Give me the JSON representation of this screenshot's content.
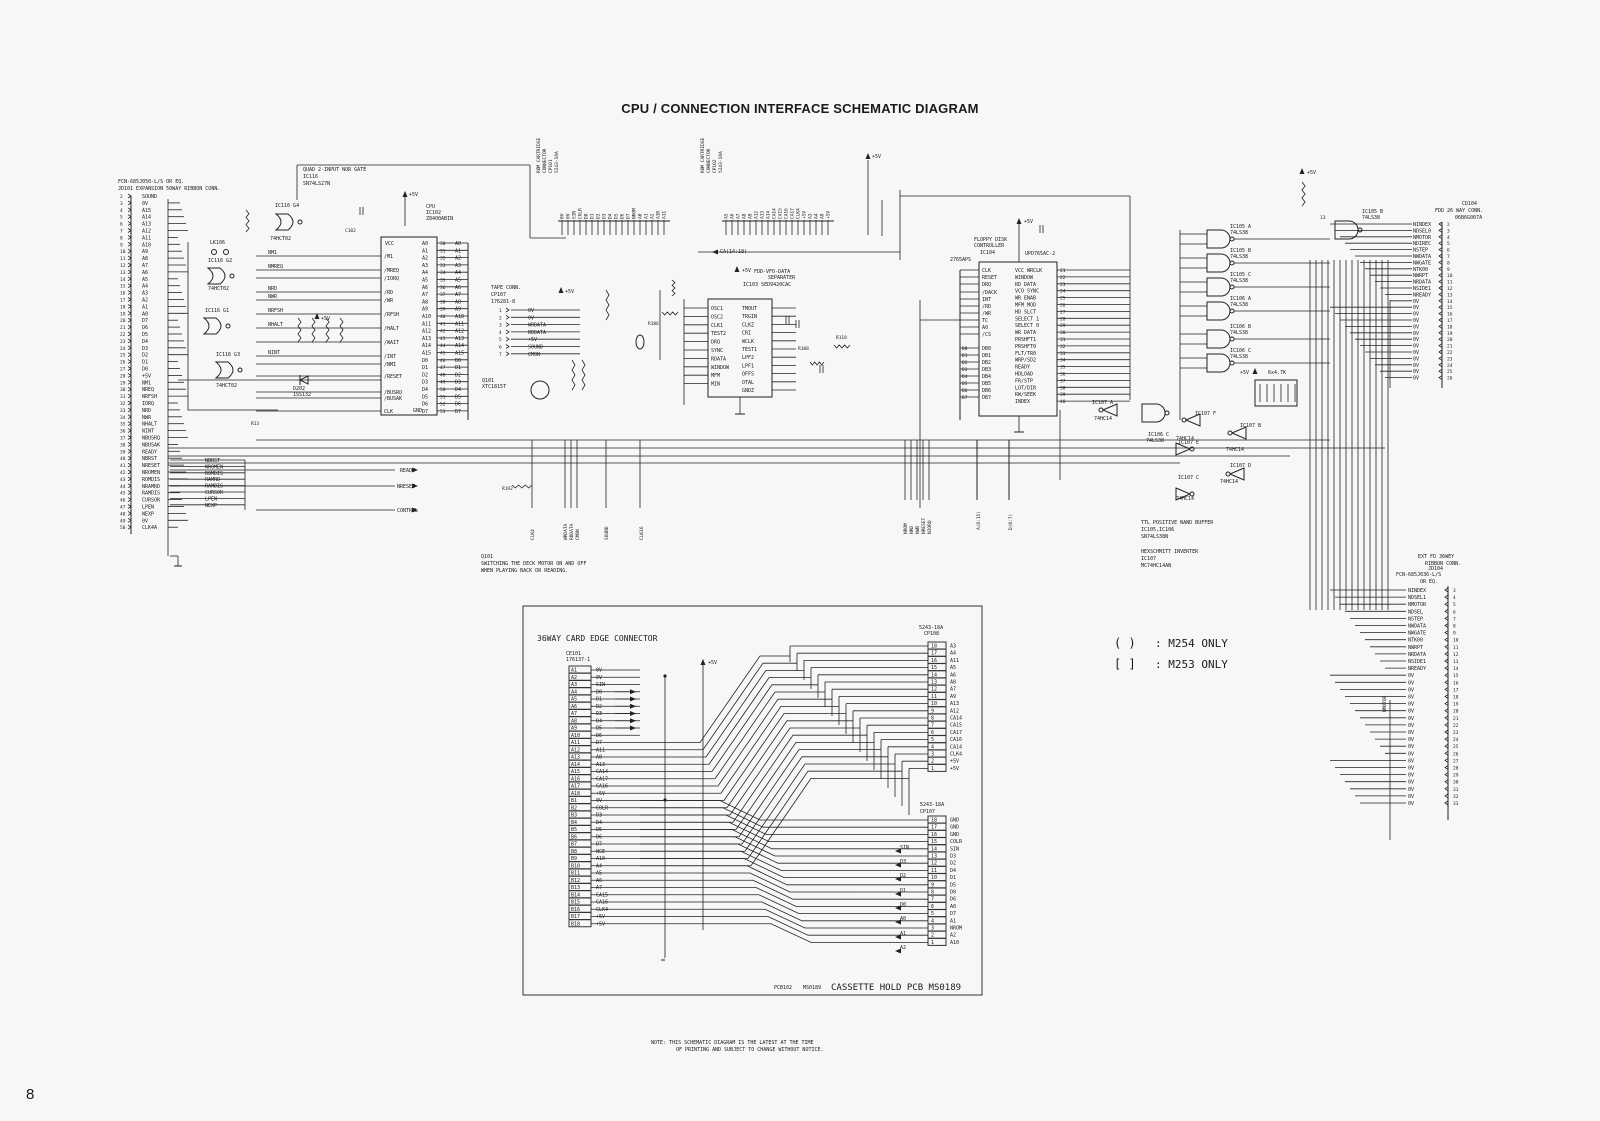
{
  "page_title": "CPU / CONNECTION INTERFACE SCHEMATIC DIAGRAM",
  "page_number": "8",
  "expansion": {
    "header": [
      "FCN-685J050-L/S OR EQ.",
      "JD101  EXPANSION  50WAY RIBBON CONN."
    ],
    "pins": [
      "SOUND",
      "0V",
      "A15",
      "A14",
      "A13",
      "A12",
      "A11",
      "A10",
      "A9",
      "A8",
      "A7",
      "A6",
      "A5",
      "A4",
      "A3",
      "A2",
      "A1",
      "A0",
      "D7",
      "D6",
      "D5",
      "D4",
      "D3",
      "D2",
      "D1",
      "D0",
      "+5V",
      "NM1",
      "NREQ",
      "NRFSH",
      "IORQ",
      "NRD",
      "NWR",
      "NHALT",
      "NINT",
      "NBUSRQ",
      "NBUSAK",
      "READY",
      "NBRST",
      "NRESET",
      "NROMEN",
      "ROMDIS",
      "NRAMRD",
      "RAMDIS",
      "CURSOR",
      "LPEN",
      "NEXP",
      "0V",
      "CLK4A"
    ],
    "side_labels": [
      "NBRST",
      "NROMEN",
      "ROMDIS",
      "RAMRD",
      "RAMDIS",
      "CURSOR",
      "LPEN",
      "NEXP"
    ],
    "bus_labels": [
      "READY",
      "NRESET",
      "CONTROL"
    ]
  },
  "nor_gate": {
    "label": [
      "QUAD 2-INPUT NOR GATE",
      "IC116",
      "SN74LS27N"
    ]
  },
  "cpu": {
    "label": [
      "CPU",
      "IC102",
      "Z8400ABIN"
    ],
    "left_pins": [
      "/M1",
      "/MREQ",
      "/IORQ",
      "/RD",
      "/WR",
      "/RFSH",
      "/HALT",
      "/WAIT",
      "/INT",
      "/NMI",
      "/RESET",
      "/BUSRQ",
      "/BUSAK",
      "CLK"
    ],
    "right_pins": [
      "A0",
      "A1",
      "A2",
      "A3",
      "A4",
      "A5",
      "A6",
      "A7",
      "A8",
      "A9",
      "A10",
      "A11",
      "A12",
      "A13",
      "A14",
      "A15",
      "D0",
      "D1",
      "D2",
      "D3",
      "D4",
      "D5",
      "D6",
      "D7"
    ],
    "signals": [
      "NM1",
      "NMREQ",
      "NRD",
      "NWR",
      "NRFSH",
      "NHALT",
      "NINT"
    ]
  },
  "gates": [
    "IC116 G4",
    "IC116 G2",
    "IC116 G1",
    "IC116 G3",
    "74HCT02",
    "74HCT02",
    "74HCT02"
  ],
  "lk": "LK106",
  "diode": [
    "D202",
    "1SS132"
  ],
  "power": "+5V",
  "rom1": {
    "label": [
      "ROM CARTRIDGE",
      "CONNECTOR",
      "CP101",
      "5243-18A"
    ],
    "pins": [
      "0V",
      "0V",
      "SIN",
      "COLR",
      "D0",
      "D1",
      "D2",
      "D3",
      "D4",
      "D5",
      "D6",
      "D7",
      "NROM",
      "A0",
      "A1",
      "A2",
      "A10",
      "A11"
    ]
  },
  "rom2": {
    "label": [
      "ROM CARTRIDGE",
      "CONNECTOR",
      "CP102",
      "5243-18A"
    ],
    "pins": [
      "A5",
      "A6",
      "A7",
      "A8",
      "A9",
      "A12",
      "A13",
      "A14",
      "CA14",
      "CA15",
      "CA16",
      "CA17",
      "CLK4",
      "+5V",
      "A3",
      "A4",
      "A9",
      "+5V"
    ]
  },
  "tape": {
    "label": [
      "TAPE CONN.",
      "CP107",
      "176281-8"
    ],
    "pins": [
      "0V",
      "0V",
      "WRDATA",
      "RDDATA",
      "+5V",
      "SOUND",
      "CMON"
    ]
  },
  "q101": {
    "label": [
      "Q101",
      "XTC1815T"
    ],
    "note": [
      "Q101",
      "SWITCHING THE DECK MOTOR ON AND OFF",
      "WHEN PLAYING BACK OR READING."
    ]
  },
  "vfo": {
    "label": [
      "FDD-VFO-DATA",
      "SEPARATER",
      "IC103",
      "SED9420CAC"
    ],
    "pins_l": [
      "OSC1",
      "OSC2",
      "CLK1",
      "TEST2",
      "DRQ",
      "SYNC",
      "RDATA",
      "WINDOW",
      "MFM",
      "MIN"
    ],
    "pins_r": [
      "TMOUT",
      "TRGIN",
      "CLKZ",
      "CRI",
      "WCLK",
      "TEST1",
      "LPF2",
      "LPF1",
      "OFFS",
      "OTAL",
      "GNDZ"
    ]
  },
  "fdc": {
    "label": [
      "FLOPPY DISK",
      "CONTROLLER",
      "IC104",
      "2765APS"
    ],
    "pins_l": [
      "CLK",
      "RESET",
      "DRQ",
      "/DACK",
      "INT",
      "/RD",
      "/WR",
      "TC",
      "A0",
      "/CS",
      "DB0",
      "DB1",
      "DB2",
      "DB3",
      "DB4",
      "DB5",
      "DB6",
      "DB7"
    ],
    "pins_r": [
      "VCC WRCLK",
      "WINDOW",
      "RD DATA",
      "VCO SYNC",
      "WR ENAB",
      "MFM MOD",
      "HD SLCT",
      "SELECT 1",
      "SELECT 0",
      "WR DATA",
      "PRSHFT1",
      "PRSHFT0",
      "FLT/TR0",
      "WRP/SD2",
      "READY",
      "HDLOAD",
      "FR/STP",
      "LOT/DIR",
      "RW/SEEK",
      "INDEX"
    ],
    "part": "UPD765AC-2"
  },
  "buffers": [
    "IC105 A",
    "IC105 B",
    "IC105 C",
    "IC106 A",
    "IC106 B",
    "IC106 C",
    "IC106 D",
    "IC107 A",
    "IC107 B",
    "IC107 C",
    "IC107 D",
    "IC107 E",
    "IC107 F",
    "74LS38",
    "74HC14"
  ],
  "ttl_note": [
    "TTL POSITIVE NAND BUFFER",
    "IC105,IC106",
    "SN74LS38N",
    "HEXSCHMITT INVERTER",
    "IC107",
    "MC74HC14AN"
  ],
  "fdd_conn": {
    "label": [
      "CD104",
      "FDD 26 WAY CONN.",
      "06B6G007A"
    ],
    "pins": [
      "NINDEX",
      "NDSEL0",
      "NMOTOR",
      "NDIREC",
      "NSTEP",
      "NWDATA",
      "NWGATE",
      "NTK00",
      "NWRPT",
      "NRDATA",
      "NSIDE1",
      "NREADY",
      "0V",
      "0V",
      "0V",
      "0V",
      "0V",
      "0V",
      "0V",
      "0V",
      "0V",
      "0V",
      "0V",
      "0V",
      "0V"
    ]
  },
  "ext_conn": {
    "label": [
      "EXT FD 36WEY",
      "RIBBON CONN.",
      "FCN-685J036-L/S",
      "OR EQ.",
      "JD104"
    ],
    "pins": [
      "NINDEX",
      "NDSEL1",
      "NMOTOR",
      "NDSEL",
      "NSTEP",
      "NWDATA",
      "NWGATE",
      "NTK00",
      "NWRPT",
      "NRDATA",
      "NSIDE1",
      "NREADY",
      "0V",
      "0V",
      "0V",
      "0V",
      "0V",
      "0V",
      "0V",
      "0V",
      "0V",
      "0V",
      "0V",
      "0V",
      "0V",
      "0V",
      "0V",
      "0V",
      "0V",
      "0V",
      "0V"
    ]
  },
  "card": {
    "title": "36WAY CARD EDGE CONNECTOR",
    "label": [
      "CE101",
      "176137-1"
    ],
    "rows": [
      [
        "A1",
        "0V"
      ],
      [
        "A2",
        "0V"
      ],
      [
        "A3",
        "SIN"
      ],
      [
        "A4",
        "D0"
      ],
      [
        "A5",
        "D1"
      ],
      [
        "A6",
        "D2"
      ],
      [
        "A7",
        "D3"
      ],
      [
        "A8",
        "D4"
      ],
      [
        "A9",
        "D5"
      ],
      [
        "A10",
        "D6"
      ],
      [
        "A11",
        "D7"
      ],
      [
        "A12",
        "A11"
      ],
      [
        "A13",
        "A0"
      ],
      [
        "A14",
        "A13"
      ],
      [
        "A15",
        "CA14"
      ],
      [
        "A16",
        "CA17"
      ],
      [
        "A17",
        "CA16"
      ],
      [
        "A18",
        "+5V"
      ],
      [
        "B1",
        "0V"
      ],
      [
        "B2",
        "COLR"
      ],
      [
        "B3",
        "D3"
      ],
      [
        "B4",
        "D4"
      ],
      [
        "B5",
        "D5"
      ],
      [
        "B6",
        "D6"
      ],
      [
        "B7",
        "D7"
      ],
      [
        "B8",
        "NCE"
      ],
      [
        "B9",
        "A10"
      ],
      [
        "B10",
        "A4"
      ],
      [
        "B11",
        "A5"
      ],
      [
        "B12",
        "A6"
      ],
      [
        "B13",
        "A7"
      ],
      [
        "B14",
        "CA15"
      ],
      [
        "B15",
        "CA16"
      ],
      [
        "B16",
        "CLK4"
      ],
      [
        "B17",
        "+5V"
      ],
      [
        "B18",
        "+5V"
      ]
    ],
    "cp108": {
      "label": [
        "5243-18A",
        "CP108"
      ],
      "rows": [
        [
          "18",
          "A3"
        ],
        [
          "17",
          "A4"
        ],
        [
          "16",
          "A11"
        ],
        [
          "15",
          "A5"
        ],
        [
          "14",
          "A6"
        ],
        [
          "13",
          "A8"
        ],
        [
          "12",
          "A7"
        ],
        [
          "11",
          "A9"
        ],
        [
          "10",
          "A13"
        ],
        [
          "9",
          "A12"
        ],
        [
          "8",
          "CA14"
        ],
        [
          "7",
          "CA15"
        ],
        [
          "6",
          "CA17"
        ],
        [
          "5",
          "CA16"
        ],
        [
          "4",
          "CA14"
        ],
        [
          "3",
          "CLK4"
        ],
        [
          "2",
          "+5V"
        ],
        [
          "1",
          "+5V"
        ]
      ]
    },
    "cp107": {
      "label": [
        "5243-18A",
        "CP107"
      ],
      "rows": [
        [
          "18",
          "GND"
        ],
        [
          "17",
          "GND"
        ],
        [
          "16",
          "GND"
        ],
        [
          "15",
          "COLR"
        ],
        [
          "14",
          "SIN"
        ],
        [
          "13",
          "D3"
        ],
        [
          "12",
          "D2"
        ],
        [
          "11",
          "D4"
        ],
        [
          "10",
          "D1"
        ],
        [
          "9",
          "D5"
        ],
        [
          "8",
          "D0"
        ],
        [
          "7",
          "D6"
        ],
        [
          "6",
          "A0"
        ],
        [
          "5",
          "D7"
        ],
        [
          "4",
          "A1"
        ],
        [
          "3",
          "NROM"
        ],
        [
          "2",
          "A2"
        ],
        [
          "1",
          "A10"
        ]
      ]
    },
    "arrow_labels": [
      "SIN",
      "D3",
      "D2",
      "D1",
      "D0",
      "A0",
      "A1",
      "A2"
    ],
    "footer_small": [
      "PCB102",
      "MS0189"
    ],
    "footer": "CASSETTE HOLD PCB MS0189"
  },
  "legend": [
    [
      "(   )",
      ": M254 ONLY"
    ],
    [
      "[   ]",
      ": M253 ONLY"
    ]
  ],
  "note": [
    "NOTE: THIS SCHEMATIC DIAGRAM IS THE LATEST AT THE TIME",
    "OF PRINTING AND SUBJECT TO CHANGE WITHOUT NOTICE."
  ]
}
